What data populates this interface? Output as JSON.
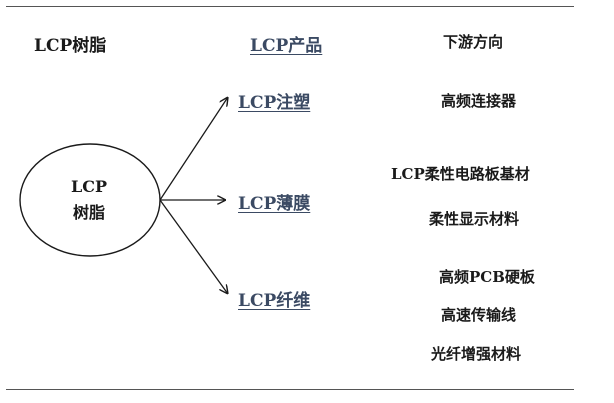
{
  "headers": {
    "resin": "LCP树脂",
    "product": "LCP产品",
    "downstream": "下游方向"
  },
  "resin_node": {
    "line1": "LCP",
    "line2": "树脂"
  },
  "products": [
    {
      "label": "LCP注塑",
      "downstream": [
        "高频连接器"
      ]
    },
    {
      "label": "LCP薄膜",
      "downstream": [
        "LCP柔性电路板基材",
        "柔性显示材料"
      ]
    },
    {
      "label": "LCP纤维",
      "downstream": [
        "高频PCB硬板",
        "高速传输线",
        "光纤增强材料"
      ]
    }
  ]
}
